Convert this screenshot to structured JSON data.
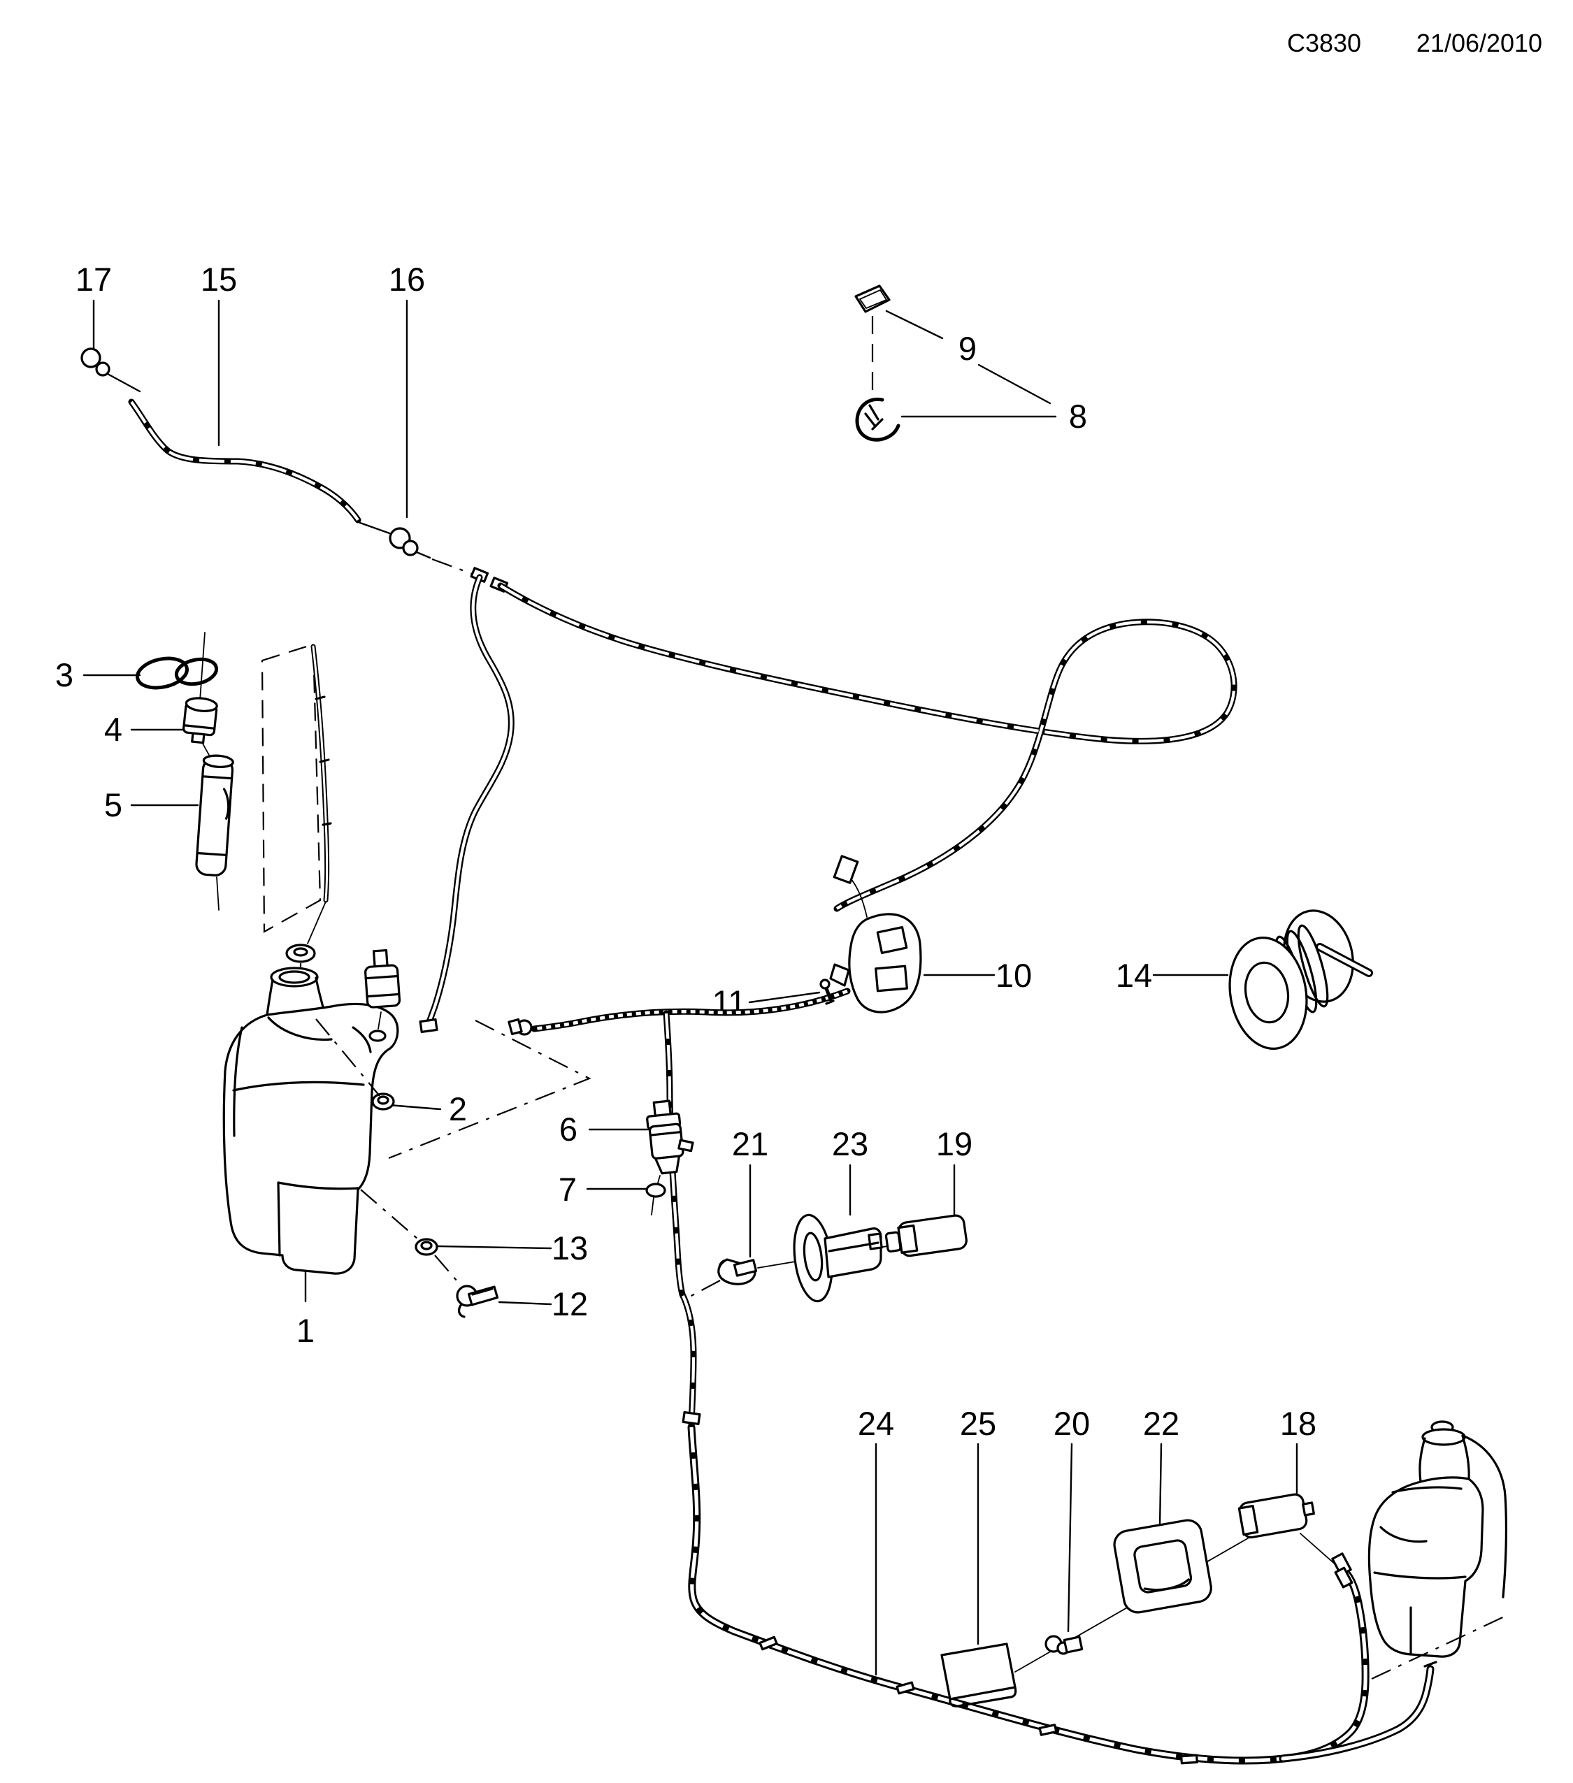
{
  "header": {
    "code": "C3830",
    "date": "21/06/2010"
  },
  "callouts": [
    {
      "label": "1"
    },
    {
      "label": "2"
    },
    {
      "label": "3"
    },
    {
      "label": "4"
    },
    {
      "label": "5"
    },
    {
      "label": "6"
    },
    {
      "label": "7"
    },
    {
      "label": "8"
    },
    {
      "label": "9"
    },
    {
      "label": "10"
    },
    {
      "label": "11"
    },
    {
      "label": "12"
    },
    {
      "label": "13"
    },
    {
      "label": "14"
    },
    {
      "label": "15"
    },
    {
      "label": "16"
    },
    {
      "label": "17"
    },
    {
      "label": "18"
    },
    {
      "label": "19"
    },
    {
      "label": "20"
    },
    {
      "label": "21"
    },
    {
      "label": "22"
    },
    {
      "label": "23"
    },
    {
      "label": "24"
    },
    {
      "label": "25"
    }
  ]
}
